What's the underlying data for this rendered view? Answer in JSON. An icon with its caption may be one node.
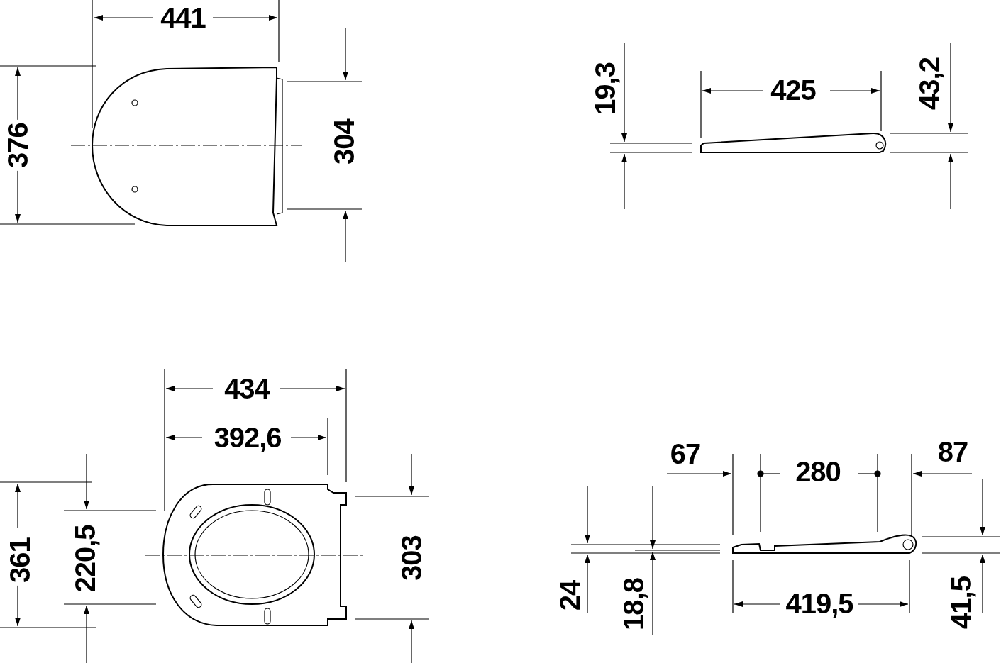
{
  "diagram": {
    "labels": [
      "441",
      "376",
      "304",
      "19,3",
      "425",
      "43,2",
      "434",
      "392,6",
      "67",
      "280",
      "87",
      "361",
      "220,5",
      "303",
      "24",
      "18,8",
      "419,5",
      "41,5"
    ]
  }
}
